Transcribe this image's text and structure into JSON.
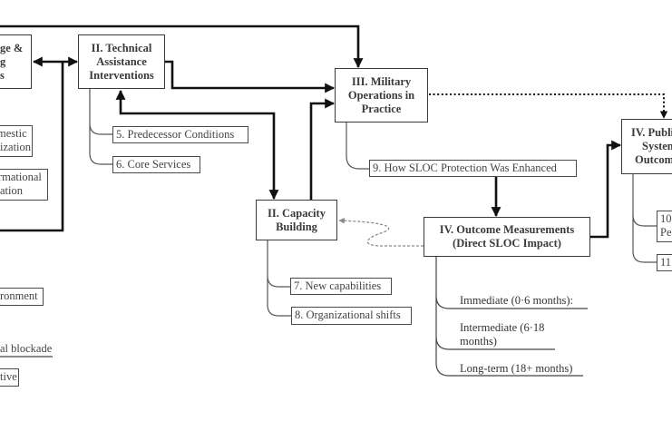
{
  "diagram": {
    "left_partial_box": {
      "lines": [
        "ge &",
        "g",
        "s"
      ]
    },
    "technical_assistance": {
      "lines": [
        "II. Technical",
        "Assistance",
        "Interventions"
      ]
    },
    "military_operations": {
      "lines": [
        "III. Military",
        "Operations in",
        "Practice"
      ]
    },
    "capacity_building": {
      "lines": [
        "II. Capacity",
        "Building"
      ]
    },
    "outcome_measurements": {
      "lines": [
        "IV. Outcome Measurements",
        "(Direct SLOC Impact)"
      ]
    },
    "public_system_outcomes": {
      "lines": [
        "IV. Publi",
        "System",
        "Outcom"
      ]
    },
    "labels": {
      "predecessor_conditions": "5. Predecessor Conditions",
      "core_services": "6. Core Services",
      "new_capabilities": "7. New capabilities",
      "organizational_shifts": "8. Organizational shifts",
      "sloc_protection": "9. How SLOC Protection Was Enhanced",
      "item_10": [
        "10",
        "Pe"
      ],
      "item_11": "11",
      "left_domestic": [
        "mestic",
        "ization"
      ],
      "left_international": [
        "rmational",
        "ation"
      ],
      "left_environment": "ronment",
      "left_blockade": "al blockade",
      "left_tive": "tive"
    },
    "timeframes": {
      "immediate": "Immediate (0·6 months):",
      "intermediate": [
        "Intermediate (6·18",
        "months)"
      ],
      "long_term": "Long-term (18+ months)"
    },
    "colors": {
      "line": "#111111",
      "box_border": "#3a3a3a",
      "feedback_dashed": "#8a8a8a"
    }
  }
}
